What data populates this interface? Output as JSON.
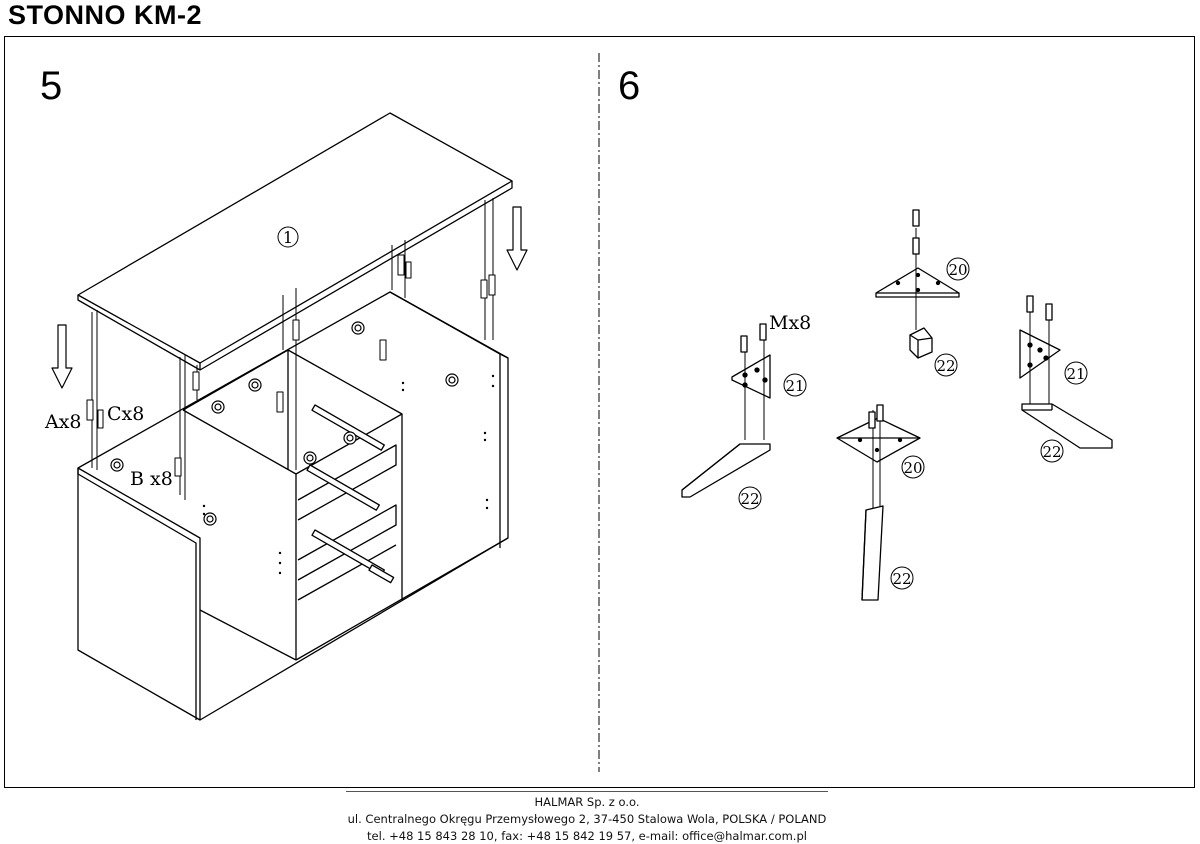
{
  "document": {
    "title": "STONNO KM-2"
  },
  "steps": [
    {
      "number": "5",
      "labels": {
        "part_top": "1",
        "fitting_a": "Ax8",
        "fitting_c": "Cx8",
        "fitting_b": "B x8"
      }
    },
    {
      "number": "6",
      "labels": {
        "screw_m": "Mx8",
        "bracket_20_a": "20",
        "bracket_20_b": "20",
        "plate_21_a": "21",
        "plate_21_b": "21",
        "leg_22_a": "22",
        "leg_22_b": "22",
        "leg_22_c": "22",
        "leg_22_d": "22"
      }
    }
  ],
  "footer": {
    "company": "HALMAR Sp. z o.o.",
    "address": "ul. Centralnego Okręgu Przemysłowego 2, 37-450 Stalowa Wola, POLSKA / POLAND",
    "contact": "tel. +48 15 843 28 10, fax: +48 15 842 19 57, e-mail: office@halmar.com.pl"
  }
}
